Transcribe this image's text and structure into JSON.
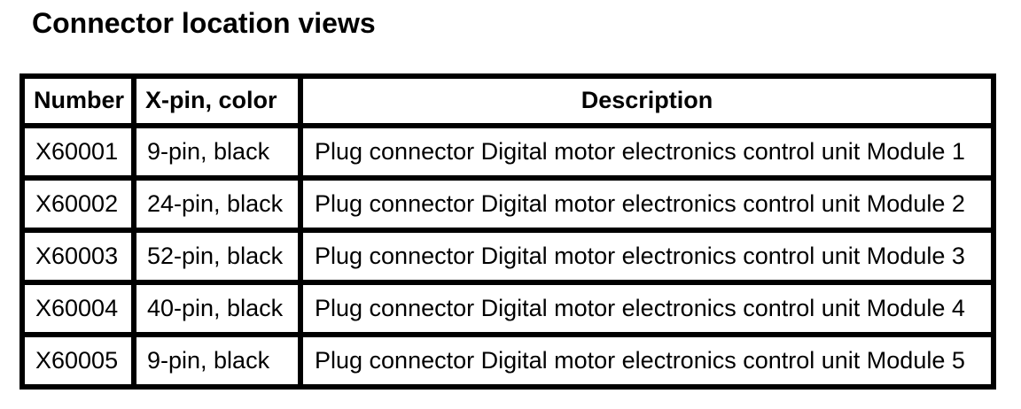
{
  "title": "Connector location views",
  "table": {
    "headers": {
      "number": "Number",
      "pin_color": "X-pin, color",
      "description": "Description"
    },
    "rows": [
      {
        "number": "X60001",
        "pin_color": "9-pin, black",
        "description": "Plug connector Digital motor electronics control unit Module 1"
      },
      {
        "number": "X60002",
        "pin_color": "24-pin, black",
        "description": "Plug connector Digital motor electronics control unit Module 2"
      },
      {
        "number": "X60003",
        "pin_color": "52-pin, black",
        "description": "Plug connector Digital motor electronics control unit Module 3"
      },
      {
        "number": "X60004",
        "pin_color": "40-pin, black",
        "description": "Plug connector Digital motor electronics control unit Module 4"
      },
      {
        "number": "X60005",
        "pin_color": "9-pin, black",
        "description": "Plug connector Digital motor electronics control unit Module 5"
      }
    ]
  },
  "colors": {
    "text": "#000000",
    "background": "#ffffff",
    "border": "#000000"
  }
}
